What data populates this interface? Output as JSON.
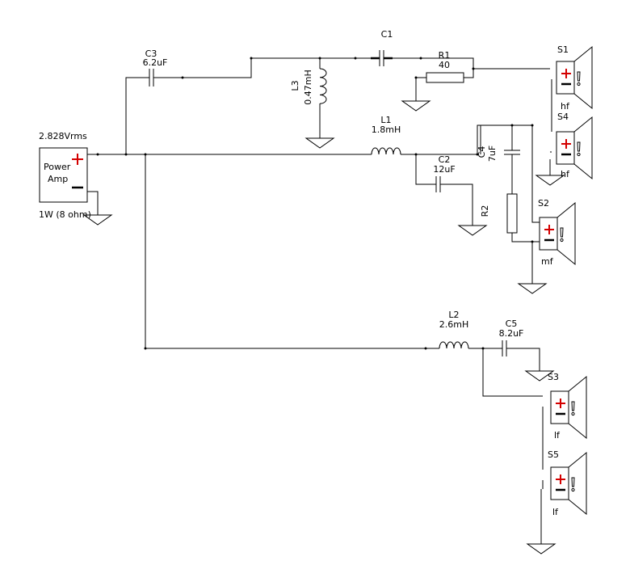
{
  "amp": {
    "voltage": "2.828Vrms",
    "name_line1": "Power",
    "name_line2": "Amp",
    "power": "1W (8 ohm)"
  },
  "components": {
    "c1": {
      "name": "C1",
      "value": ""
    },
    "c2": {
      "name": "C2",
      "value": "12uF"
    },
    "c3": {
      "name": "C3",
      "value": "6.2uF"
    },
    "c4": {
      "name": "C4",
      "value": "7uF"
    },
    "c5": {
      "name": "C5",
      "value": "8.2uF"
    },
    "l1": {
      "name": "L1",
      "value": "1.8mH"
    },
    "l2": {
      "name": "L2",
      "value": "2.6mH"
    },
    "l3": {
      "name": "L3",
      "value": "0.47mH"
    },
    "r1": {
      "name": "R1",
      "value": "40"
    },
    "r2": {
      "name": "R2",
      "value": ""
    }
  },
  "speakers": {
    "s1": {
      "name": "S1",
      "label": "hf"
    },
    "s2": {
      "name": "S2",
      "label": "mf"
    },
    "s3": {
      "name": "S3",
      "label": "lf"
    },
    "s4": {
      "name": "S4",
      "label": "hf"
    },
    "s5": {
      "name": "S5",
      "label": "lf"
    }
  }
}
